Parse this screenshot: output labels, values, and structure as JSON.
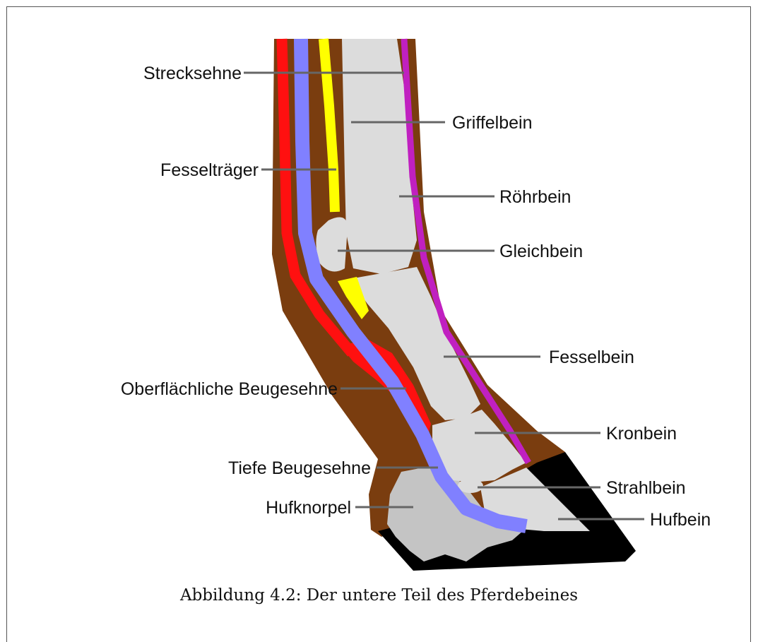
{
  "figure": {
    "labels": {
      "strecksehne": "Strecksehne",
      "griffelbein": "Griffelbein",
      "fesseltraeger": "Fesselträger",
      "roehrbein": "Röhrbein",
      "gleichbein": "Gleichbein",
      "fesselbein": "Fesselbein",
      "oberflaechliche_beugesehne": "Oberflächliche Beugesehne",
      "kronbein": "Kronbein",
      "tiefe_beugesehne": "Tiefe Beugesehne",
      "strahlbein": "Strahlbein",
      "hufknorpel": "Hufknorpel",
      "hufbein": "Hufbein"
    },
    "caption": "Abbildung 4.2: Der untere Teil des Pferdebeines"
  },
  "colors": {
    "skin": "#7a3d0f",
    "bone": "#dcdcdc",
    "red_tendon": "#ff1010",
    "blue_tendon": "#8080ff",
    "yellow_ligament": "#ffff00",
    "purple_tendon": "#c020c0",
    "hoof": "#000000",
    "cartilage": "#c4c4c4"
  }
}
